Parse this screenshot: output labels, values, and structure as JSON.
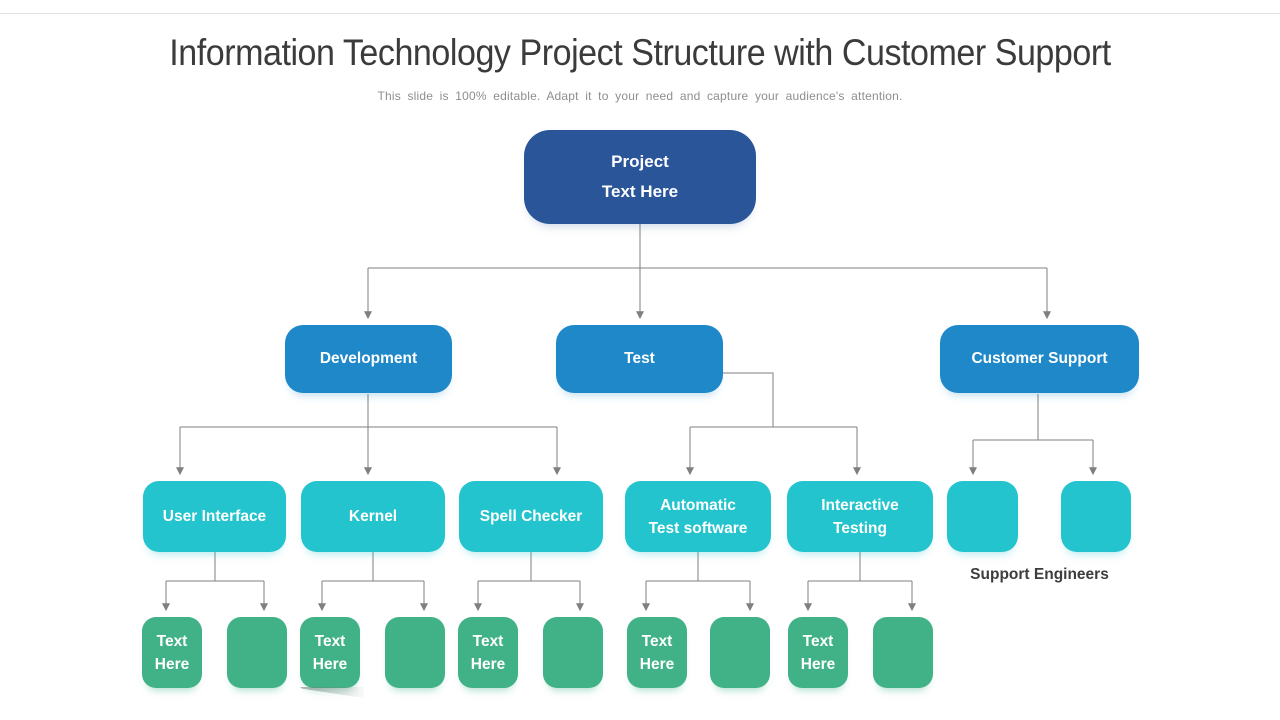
{
  "header": {
    "title": "Information Technology Project Structure with Customer Support",
    "subtitle": "This slide is 100% editable. Adapt it to your need and capture your audience's attention."
  },
  "colors": {
    "root_fill": "#2A5699",
    "branch_fill": "#1E88C9",
    "sub_fill": "#23C4CD",
    "leaf_fill": "#41B288",
    "connector": "#7F7F7F",
    "divider": "#E2E2E2",
    "title_text": "#3B3B3B",
    "subtitle_text": "#8E8E8E",
    "label_text": "#3D3D3D",
    "node_text": "#FFFFFF"
  },
  "nodes": {
    "project": "Project\nText Here",
    "development": "Development",
    "test": "Test",
    "customer_support": "Customer Support",
    "user_interface": "User Interface",
    "kernel": "Kernel",
    "spell_checker": "Spell Checker",
    "automatic_test_software": "Automatic\nTest software",
    "interactive_testing": "Interactive\nTesting",
    "support_engineer_box_1": "",
    "support_engineer_box_2": "",
    "support_engineers_label": "Support Engineers"
  },
  "leaves": [
    {
      "group": "user-interface",
      "labeled": "Text\nHere",
      "empty": ""
    },
    {
      "group": "kernel",
      "labeled": "Text\nHere",
      "empty": ""
    },
    {
      "group": "spell-checker",
      "labeled": "Text\nHere",
      "empty": ""
    },
    {
      "group": "automatic-test-software",
      "labeled": "Text\nHere",
      "empty": ""
    },
    {
      "group": "interactive-testing",
      "labeled": "Text\nHere",
      "empty": ""
    }
  ]
}
